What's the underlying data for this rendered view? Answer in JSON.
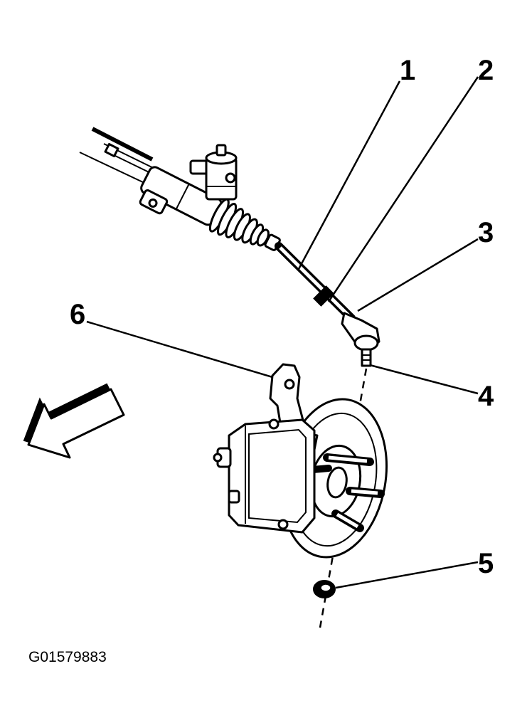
{
  "callouts": [
    {
      "label": "1"
    },
    {
      "label": "2"
    },
    {
      "label": "3"
    },
    {
      "label": "4"
    },
    {
      "label": "5"
    },
    {
      "label": "6"
    }
  ],
  "figure_id": "G01579883"
}
